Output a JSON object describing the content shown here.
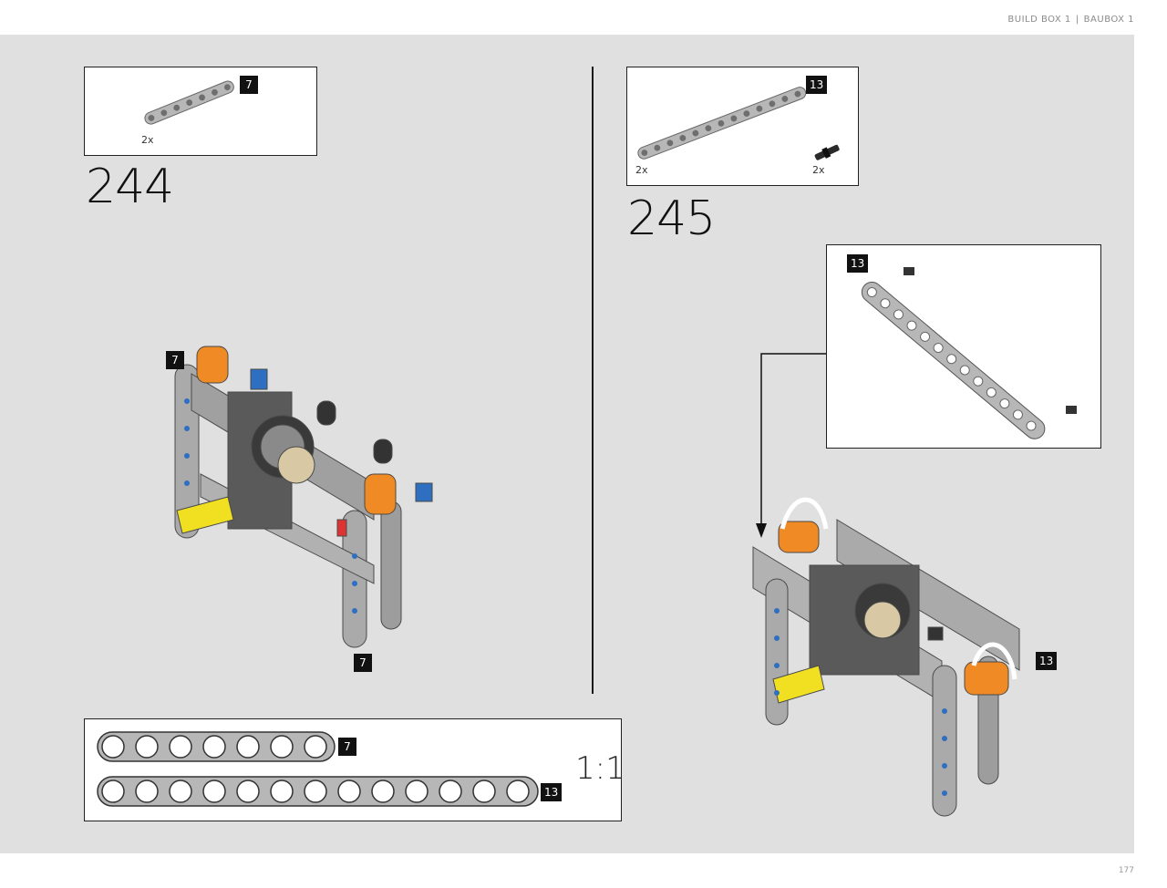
{
  "header": {
    "build_box_en": "BUILD BOX 1",
    "separator": "|",
    "build_box_de": "BAUBOX 1"
  },
  "page_number": "177",
  "step_244": {
    "number": "244",
    "parts": [
      {
        "part": "7",
        "qty": "2x"
      }
    ],
    "callouts": [
      "7",
      "7"
    ]
  },
  "step_245": {
    "number": "245",
    "parts": [
      {
        "part": "13",
        "qty": "2x"
      },
      {
        "part": "",
        "qty": "2x"
      }
    ],
    "subassembly_badge": "13",
    "callout": "13"
  },
  "scale_guide": {
    "scale_label": "1:1",
    "beams": [
      {
        "label": "7",
        "holes": 7
      },
      {
        "label": "13",
        "holes": 13
      }
    ]
  },
  "colors": {
    "panel": "#dfe0df",
    "beam": "#a9aaa9",
    "orange": "#f08a24",
    "blue": "#2f6fc2",
    "yellow": "#f1e022"
  }
}
